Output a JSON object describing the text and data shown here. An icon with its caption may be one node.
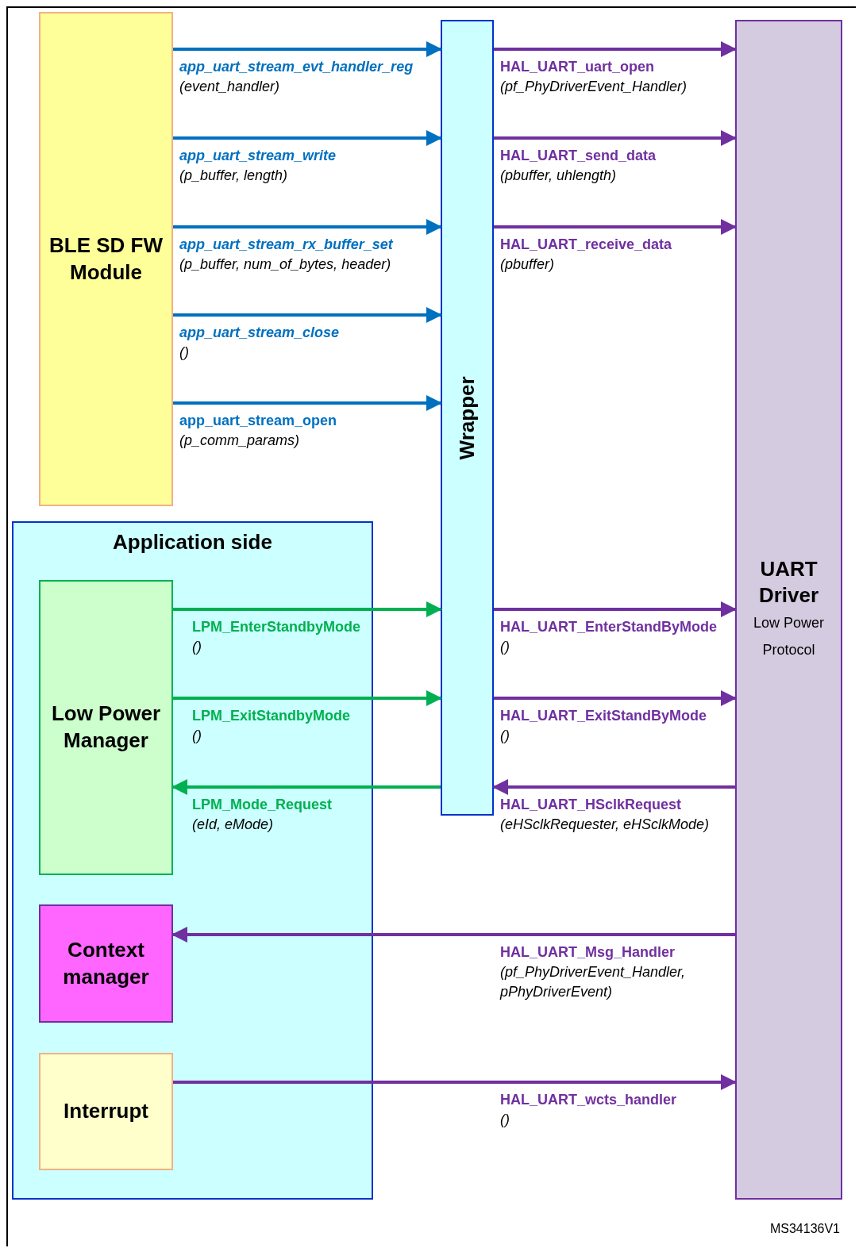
{
  "diagram": {
    "nodes": [
      {
        "text": [
          "BLE SD FW Module"
        ]
      },
      {
        "text": [
          "Wrapper"
        ]
      },
      {
        "text": [
          "UART Driver",
          "Low Power Protocol"
        ]
      },
      {
        "text": [
          "Application side"
        ]
      },
      {
        "text": [
          "Low Power Manager"
        ],
        "in": 3
      },
      {
        "text": [
          "Context manager"
        ],
        "in": 3
      },
      {
        "text": [
          "Interrupt"
        ],
        "in": 3
      }
    ],
    "edges": [
      {
        "from": 0,
        "to": 1,
        "arrow": "to",
        "color": "#0070c0",
        "label": "**app_uart_stream_evt_handler_reg** *(event_handler)*"
      },
      {
        "from": 0,
        "to": 1,
        "arrow": "to",
        "color": "#0070c0",
        "label": "**app_uart_stream_write** *(p_buffer, length)*"
      },
      {
        "from": 0,
        "to": 1,
        "arrow": "to",
        "color": "#0070c0",
        "label": "**app_uart_stream_rx_buffer_set** *(p_buffer, num_of_bytes, header)*"
      },
      {
        "from": 0,
        "to": 1,
        "arrow": "to",
        "color": "#0070c0",
        "label": "**app_uart_stream_close** *()*"
      },
      {
        "from": 0,
        "to": 1,
        "arrow": "to",
        "color": "#0070c0",
        "label": "**app_uart_stream_open** *(p_comm_params)*"
      },
      {
        "from": 1,
        "to": 2,
        "arrow": "to",
        "label": "**HAL_UART_uart_open** *(pf_PhyDriverEvent_Handler)*"
      },
      {
        "from": 1,
        "to": 2,
        "arrow": "to",
        "label": "**HAL_UART_send_data** *(pbuffer, uhlength)*"
      },
      {
        "from": 1,
        "to": 2,
        "arrow": "to",
        "label": "**HAL_UART_receive_data** *(pbuffer)*"
      },
      {
        "from": 4,
        "to": 1,
        "arrow": "to",
        "color": "#00b050",
        "label": "**LPM_EnterStandbyMode** *()*"
      },
      {
        "from": 4,
        "to": 1,
        "arrow": "to",
        "color": "#00b050",
        "label": "**LPM_ExitStandbyMode** *()*"
      },
      {
        "from": 1,
        "to": 4,
        "arrow": "to",
        "color": "#00b050",
        "label": "**LPM_Mode_Request** *(eId, eMode)*"
      },
      {
        "from": 1,
        "to": 2,
        "arrow": "to",
        "label": "**HAL_UART_EnterStandByMode** *()*"
      },
      {
        "from": 1,
        "to": 2,
        "arrow": "to",
        "label": "**HAL_UART_ExitStandByMode** *()*"
      },
      {
        "from": 2,
        "to": 1,
        "arrow": "to",
        "label": "**HAL_UART_HSclkRequest** *(eHSclkRequester, eHSclkMode)*"
      },
      {
        "from": 2,
        "to": 5,
        "arrow": "to",
        "label": "**HAL_UART_Msg_Handler** *(pf_PhyDriverEvent_Handler, pPhyDriverEvent)*"
      },
      {
        "from": 6,
        "to": 2,
        "arrow": "to",
        "label": "**HAL_UART_wcts_handler** *()*"
      }
    ],
    "labels": [
      "MS34136V1"
    ]
  }
}
